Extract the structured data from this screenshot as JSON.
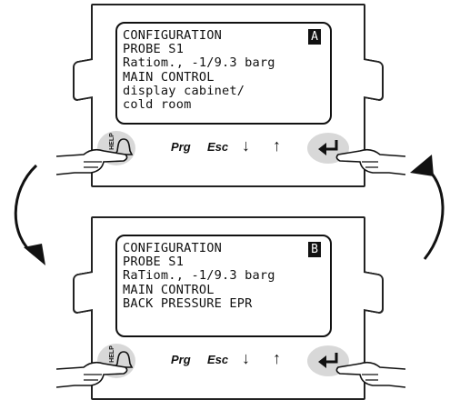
{
  "screens": [
    {
      "lines": [
        "CONFIGURATION",
        "PROBE S1",
        "Ratiom., -1/9.3 barg",
        "MAIN CONTROL",
        "display cabinet/",
        "cold room"
      ],
      "badge": "A"
    },
    {
      "lines": [
        "CONFIGURATION",
        "PROBE S1",
        "RaTiom., -1/9.3 barg",
        "MAIN CONTROL",
        "BACK PRESSURE EPR"
      ],
      "badge": "B"
    }
  ],
  "keypad": {
    "help_label": "HELP",
    "prg_label": "Prg",
    "esc_label": "Esc",
    "down_label": "↓",
    "up_label": "↑"
  },
  "icons": {
    "help": "bell-icon",
    "enter": "enter-arrow-icon",
    "cycle_left": "curved-arrow-down-icon",
    "cycle_right": "curved-arrow-up-icon",
    "pointing_hand": "pointing-hand-icon"
  }
}
